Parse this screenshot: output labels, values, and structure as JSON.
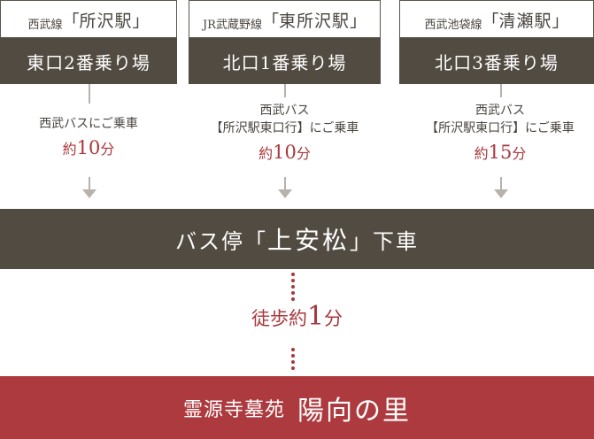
{
  "columns": [
    {
      "line": "西武線",
      "station": "所沢駅",
      "exit": "東口2番乗り場",
      "route_lines": [
        "西武バスにご乗車"
      ],
      "time_prefix": "約",
      "time_num": "10",
      "time_unit": "分"
    },
    {
      "line": "JR武蔵野線",
      "station": "東所沢駅",
      "exit": "北口1番乗り場",
      "route_lines": [
        "西武バス",
        "【所沢駅東口行】にご乗車"
      ],
      "time_prefix": "約",
      "time_num": "10",
      "time_unit": "分"
    },
    {
      "line": "西武池袋線",
      "station": "清瀬駅",
      "exit": "北口3番乗り場",
      "route_lines": [
        "西武バス",
        "【所沢駅東口行】にご乗車"
      ],
      "time_prefix": "約",
      "time_num": "15",
      "time_unit": "分"
    }
  ],
  "busstop": {
    "prefix": "バス停",
    "open_bracket": "「",
    "name": "上安松",
    "close_bracket": "」",
    "suffix": "下車"
  },
  "walk": {
    "label": "徒歩約",
    "num": "1",
    "unit": "分"
  },
  "destination": {
    "label": "霊源寺墓苑",
    "name": "陽向の里"
  },
  "colors": {
    "dark": "#524b42",
    "accent": "#ad3a3e",
    "text_red": "#a8383c",
    "line_gray": "#b7b2ac"
  }
}
